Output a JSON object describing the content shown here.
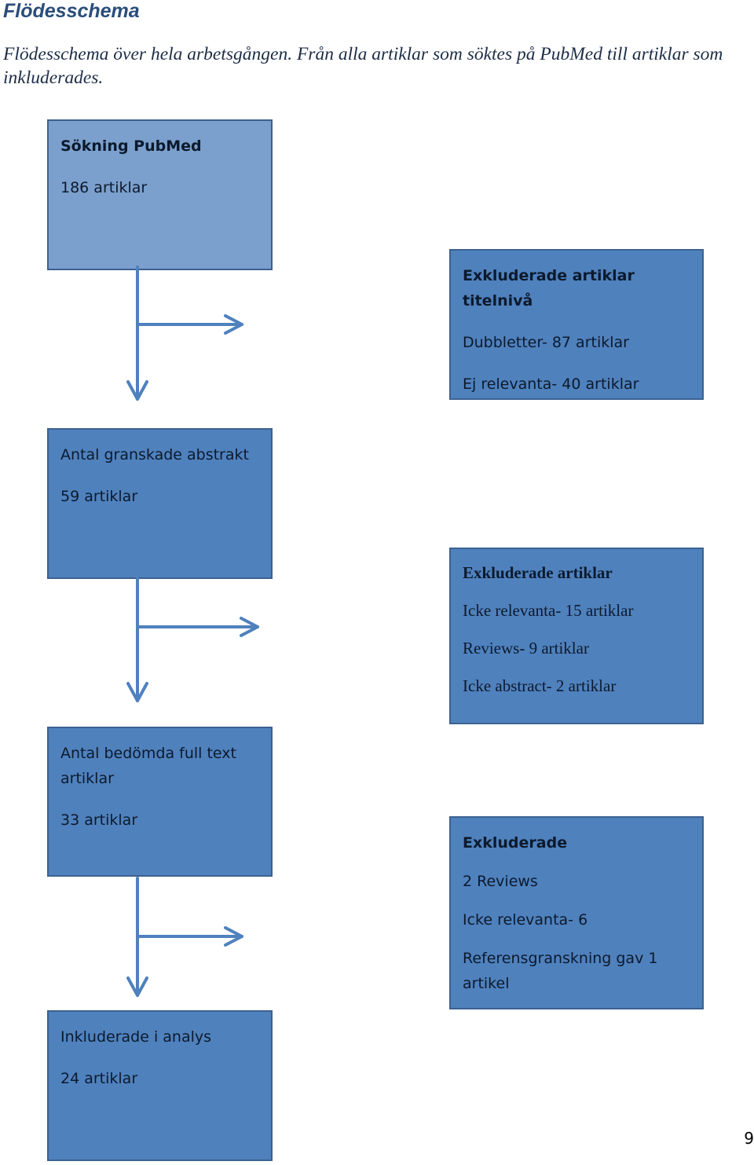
{
  "heading": "Flödesschema",
  "caption": "Flödesschema över hela arbetsgången. Från alla artiklar som söktes på PubMed till artiklar som inkluderades.",
  "boxes": {
    "search": {
      "title": "Sökning PubMed",
      "count": "186 artiklar"
    },
    "excluded_title_level": {
      "title": "Exkluderade artiklar titelnivå",
      "lines": [
        "Dubbletter- 87 artiklar",
        "Ej relevanta- 40 artiklar"
      ]
    },
    "abstracts": {
      "title": "Antal granskade abstrakt",
      "count": "59 artiklar"
    },
    "excluded_articles": {
      "title": "Exkluderade artiklar",
      "lines": [
        "Icke relevanta- 15 artiklar",
        "Reviews- 9 artiklar",
        "Icke abstract- 2 artiklar"
      ]
    },
    "full_text": {
      "title": "Antal bedömda full text artiklar",
      "count": "33 artiklar"
    },
    "excluded": {
      "title": "Exkluderade",
      "lines": [
        "2 Reviews",
        "Icke relevanta- 6",
        "Referensgranskning gav 1 artikel"
      ]
    },
    "included": {
      "title": "Inkluderade i analys",
      "count": "24 artiklar"
    }
  },
  "page_number": "9",
  "colors": {
    "box_fill": "#4f81bd",
    "box_fill_light": "#7ba0cd",
    "box_border": "#3c6190",
    "arrow": "#4f81bd"
  }
}
